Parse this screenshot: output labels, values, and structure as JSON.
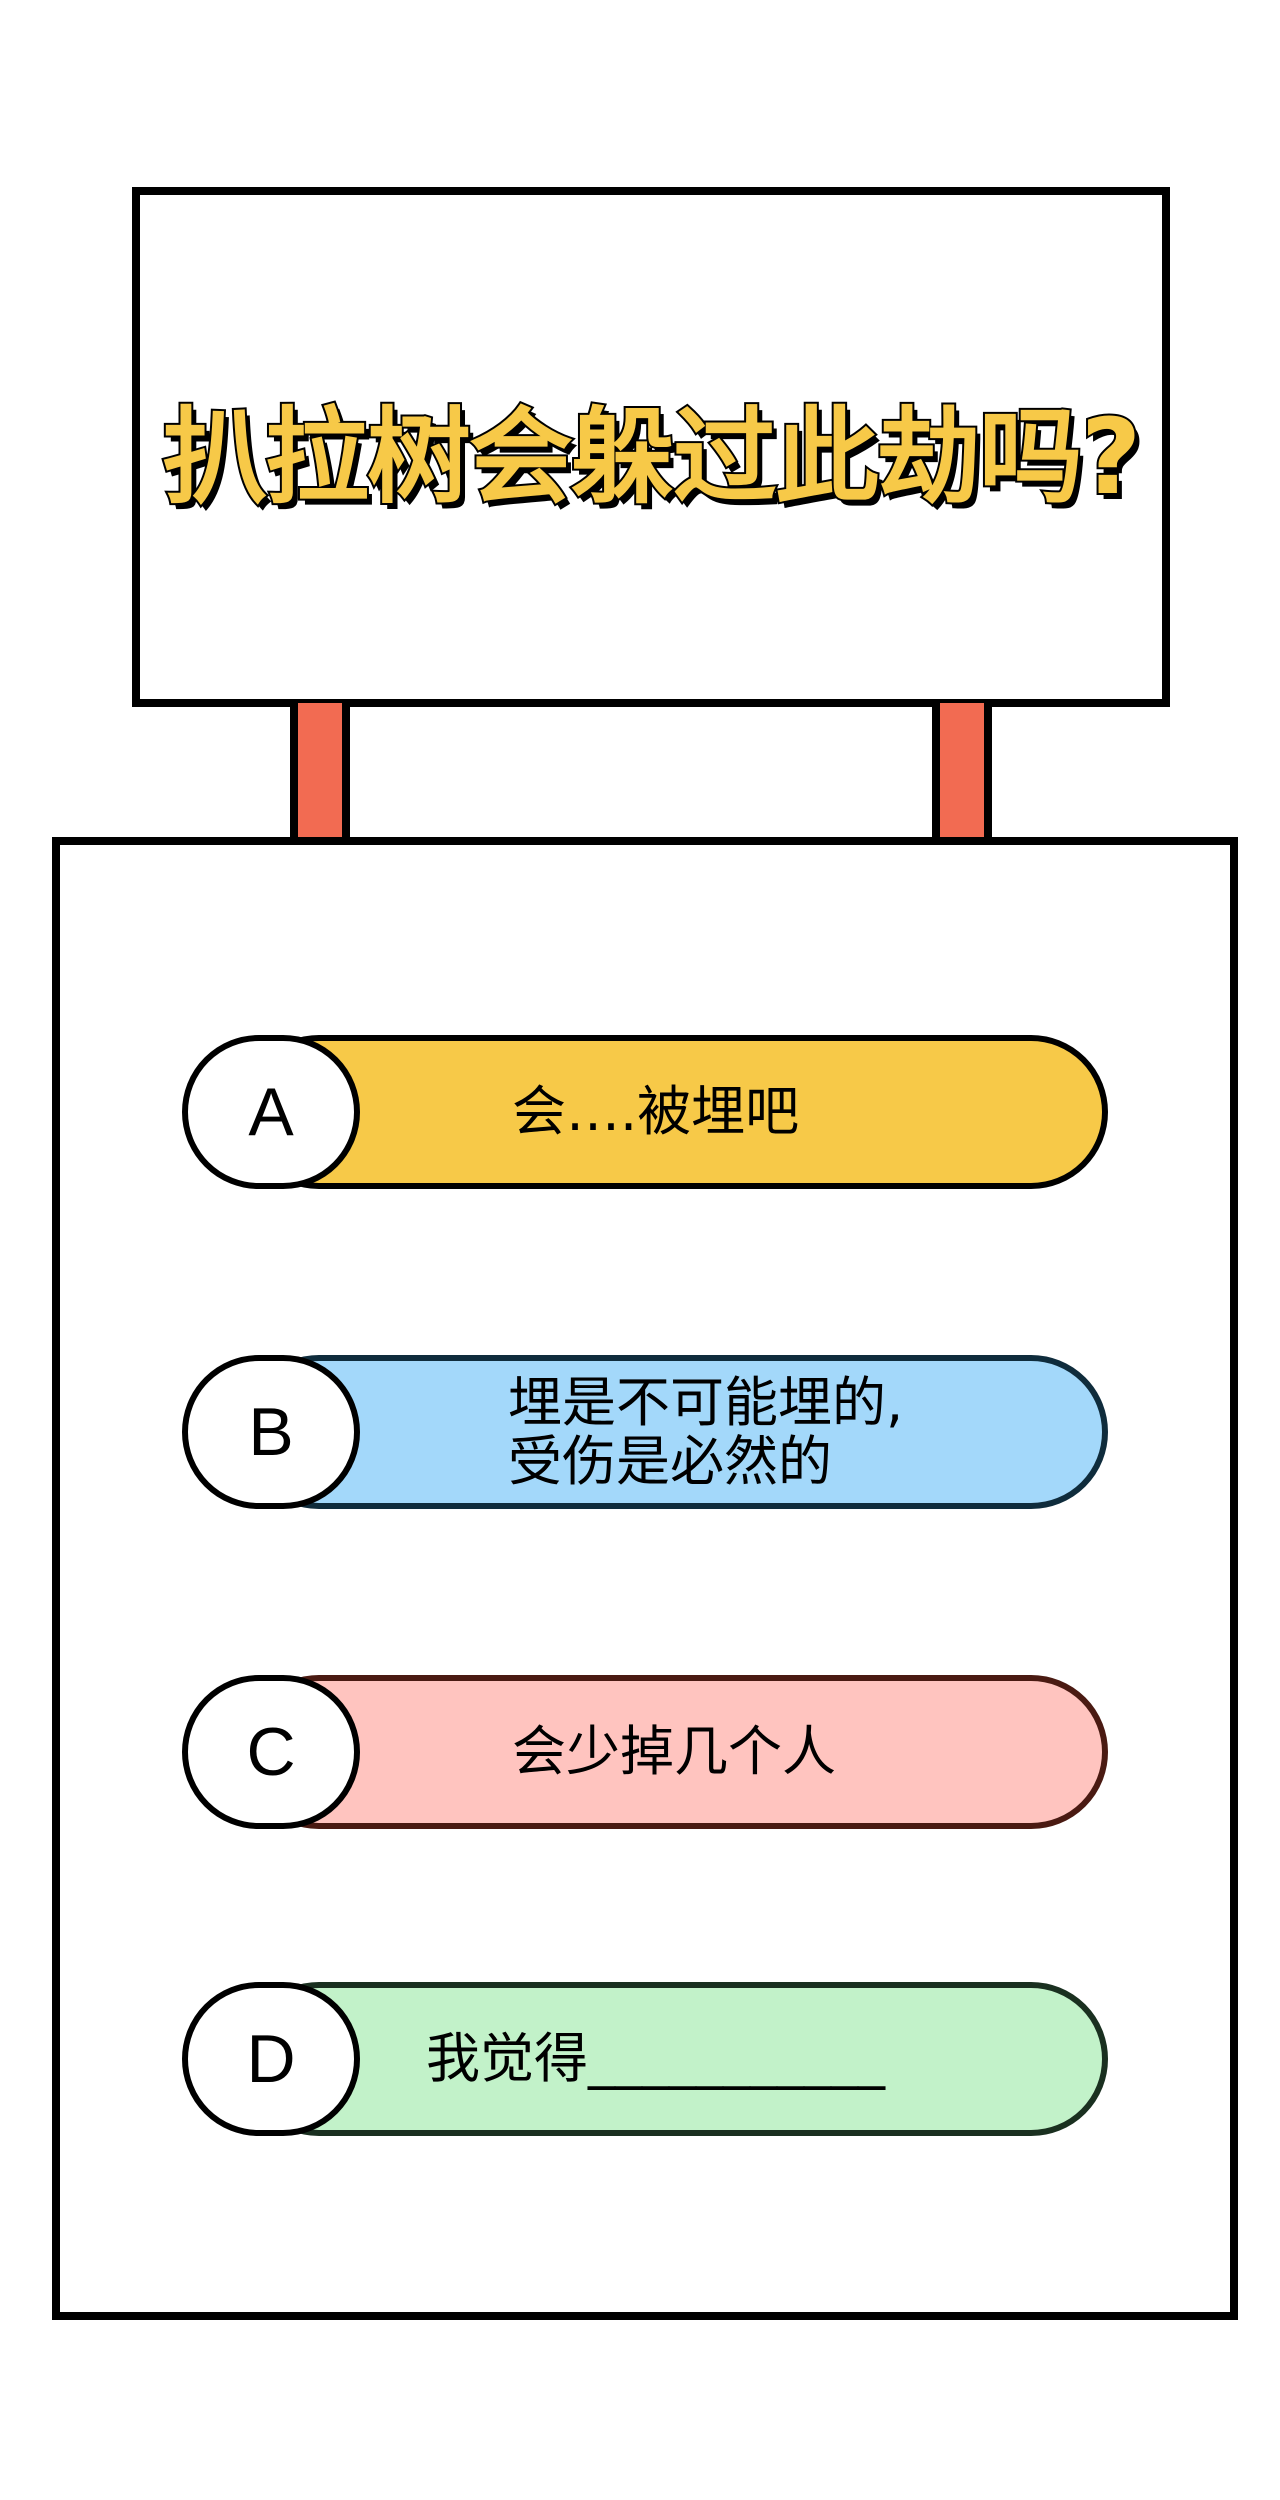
{
  "sign": {
    "title": "扒拉树会躲过此劫吗?"
  },
  "options": [
    {
      "letter": "A",
      "text": "会….被埋吧",
      "color": "#F7C948"
    },
    {
      "letter": "B",
      "text": "埋是不可能埋的,\n受伤是必然的",
      "color": "#A3D8FA"
    },
    {
      "letter": "C",
      "text": "会少掉几个人",
      "color": "#FFC4BF"
    },
    {
      "letter": "D",
      "text": "我觉得___________",
      "color": "#C2F2C9"
    }
  ],
  "colors": {
    "title_fill": "#F7C948",
    "post": "#F26B52",
    "outline": "#000000"
  }
}
